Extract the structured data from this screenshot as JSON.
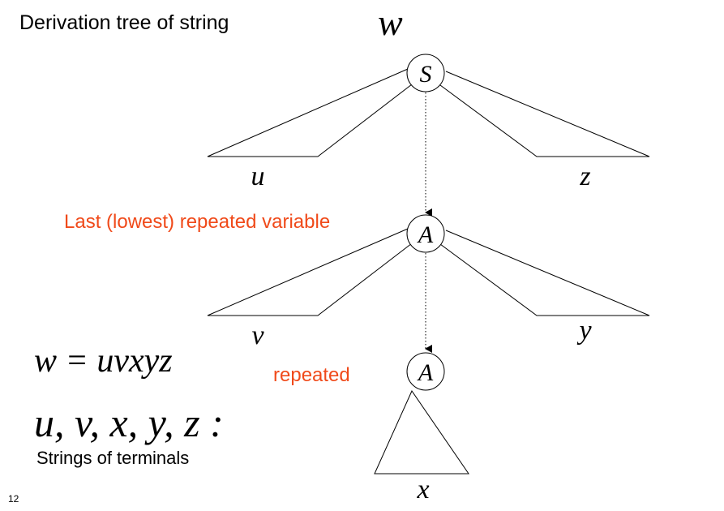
{
  "title": "Derivation tree of string",
  "top_string": "w",
  "nodes": {
    "root": "S",
    "middle": "A",
    "bottom": "A"
  },
  "leaves": {
    "u": "u",
    "z": "z",
    "v": "v",
    "y": "y",
    "x": "x"
  },
  "annotations": {
    "last_repeated": "Last (lowest) repeated variable",
    "repeated": "repeated"
  },
  "equation": "w = uvxyz",
  "variables_list": "u, v, x, y, z :",
  "caption": "Strings of terminals",
  "page_number": "12",
  "colors": {
    "annotation": "#f04a1a",
    "text": "#000000"
  }
}
